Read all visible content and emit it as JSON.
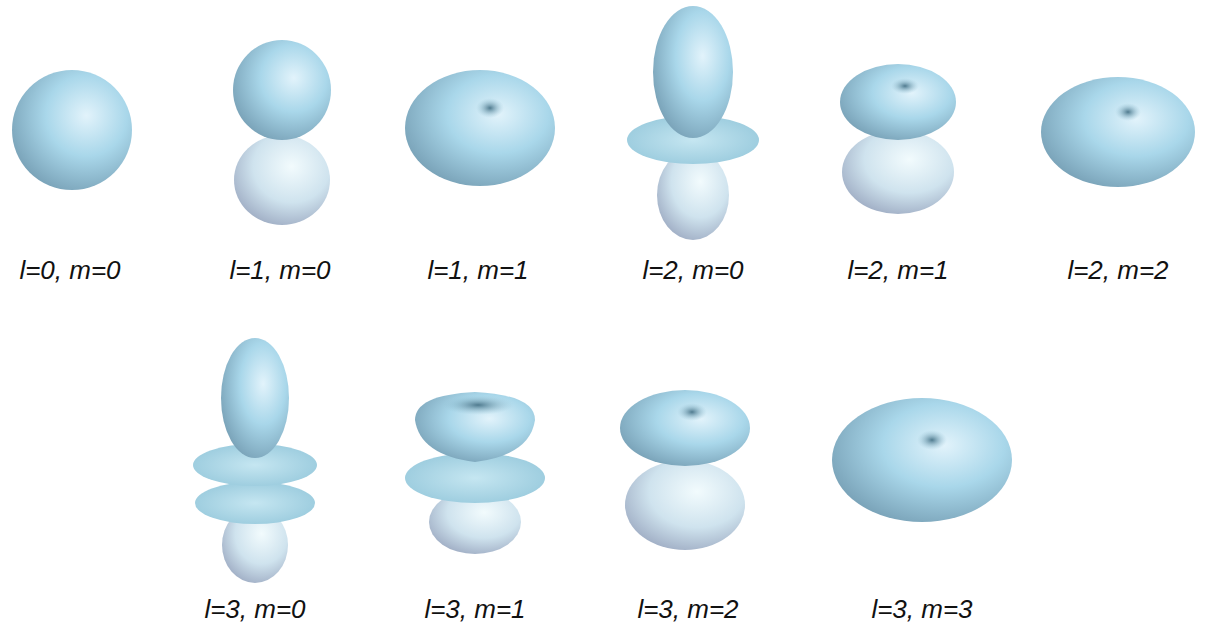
{
  "diagram": {
    "labels": [
      "l=0, m=0",
      "l=1, m=0",
      "l=1, m=1",
      "l=2, m=0",
      "l=2, m=1",
      "l=2, m=2",
      "l=3, m=0",
      "l=3, m=1",
      "l=3, m=2",
      "l=3, m=3"
    ]
  }
}
